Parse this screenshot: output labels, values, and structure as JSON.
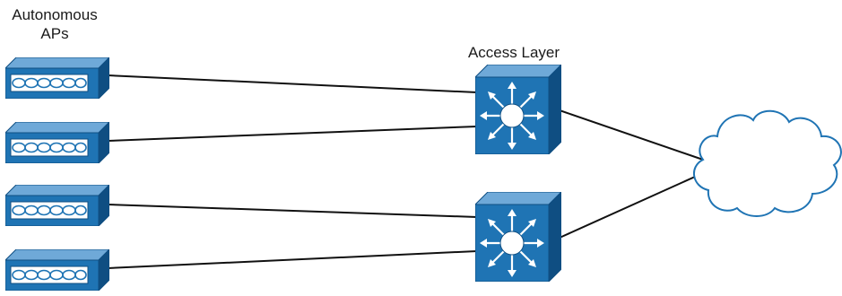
{
  "labels": {
    "aps_line1": "Autonomous",
    "aps_line2": "APs",
    "access_layer": "Access Layer"
  },
  "icons": {
    "access_point": "access-point-icon",
    "switch": "layer3-switch-icon",
    "network": "cloud-icon"
  },
  "colors": {
    "device_blue": "#1f74b4",
    "device_dark": "#0f4e82",
    "device_light": "#6fa9d8",
    "link": "#111111",
    "cloud_stroke": "#1f74b4"
  }
}
